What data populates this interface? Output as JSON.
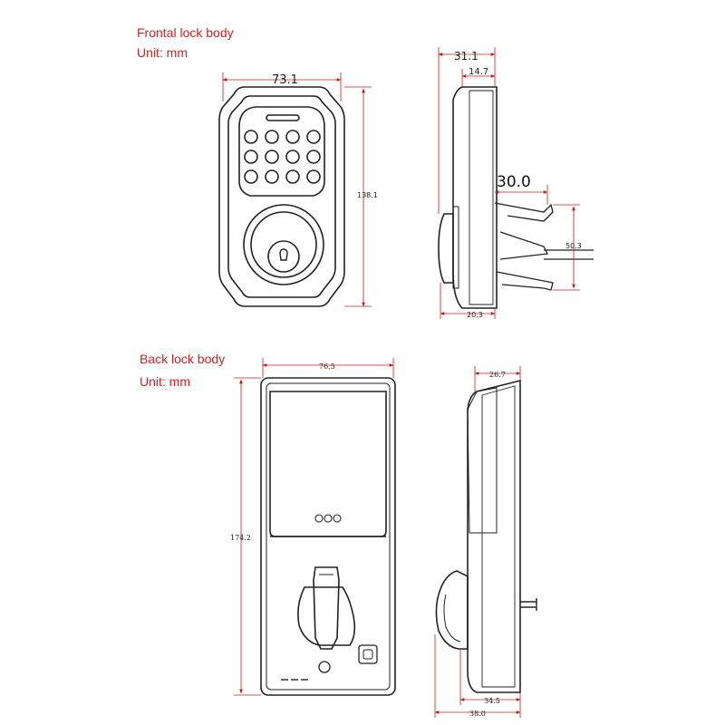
{
  "front_section": {
    "title": "Frontal lock body",
    "unit": "Unit: mm",
    "dims": {
      "width": "73.1",
      "height": "138.1",
      "depth_total": "31.1",
      "depth_plate": "14.7",
      "tailpiece_width": "30.0",
      "tailpiece_height": "50.3",
      "base_depth": "20.3"
    }
  },
  "back_section": {
    "title": "Back lock body",
    "unit": "Unit: mm",
    "dims": {
      "width": "76.5",
      "height": "174.2",
      "depth_top": "26.7",
      "depth_bottom_inner": "34.5",
      "depth_bottom_outer": "38.0"
    }
  },
  "colors": {
    "title": "#d21f1f",
    "line": "#222222",
    "dimension": "#c02020"
  }
}
